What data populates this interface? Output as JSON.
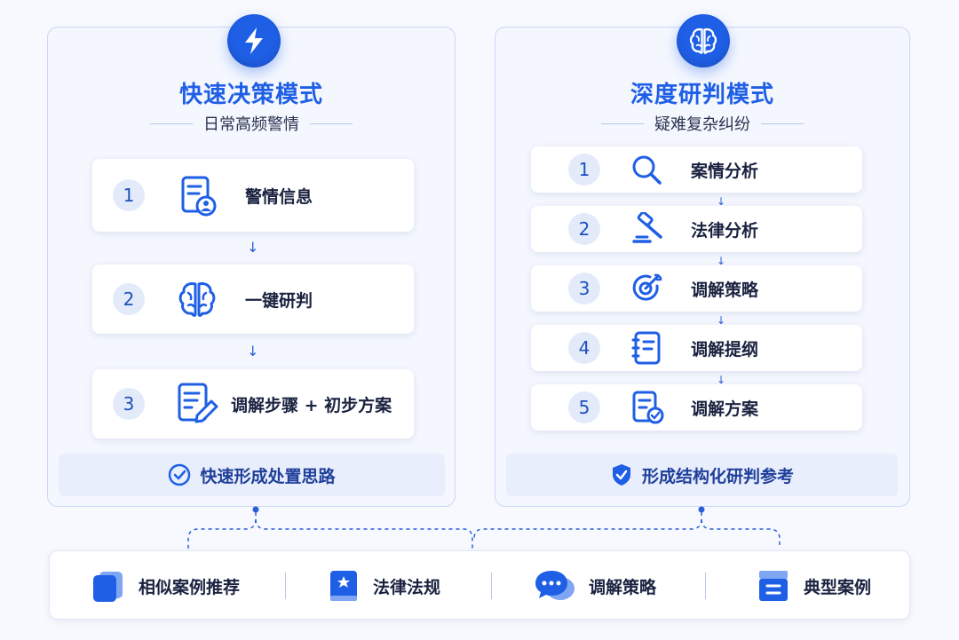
{
  "left_panel": {
    "title": "快速决策模式",
    "subtitle": "日常高频警情",
    "steps": [
      {
        "num": "1",
        "label": "警情信息",
        "icon": "document-person-icon"
      },
      {
        "num": "2",
        "label": "一键研判",
        "icon": "brain-icon"
      },
      {
        "num": "3",
        "label": "调解步骤 + 初步方案",
        "icon": "document-edit-icon"
      }
    ],
    "footer": "快速形成处置思路",
    "footer_icon": "check-circle-icon",
    "badge_icon": "lightning-bolt-icon"
  },
  "right_panel": {
    "title": "深度研判模式",
    "subtitle": "疑难复杂纠纷",
    "steps": [
      {
        "num": "1",
        "label": "案情分析",
        "icon": "magnifier-icon"
      },
      {
        "num": "2",
        "label": "法律分析",
        "icon": "gavel-icon"
      },
      {
        "num": "3",
        "label": "调解策略",
        "icon": "target-icon"
      },
      {
        "num": "4",
        "label": "调解提纲",
        "icon": "notebook-icon"
      },
      {
        "num": "5",
        "label": "调解方案",
        "icon": "document-check-icon"
      }
    ],
    "footer": "形成结构化研判参考",
    "footer_icon": "shield-check-icon",
    "badge_icon": "brain-icon"
  },
  "resources": [
    {
      "label": "相似案例推荐",
      "icon": "stacked-cards-icon"
    },
    {
      "label": "法律法规",
      "icon": "law-book-icon"
    },
    {
      "label": "调解策略",
      "icon": "chat-bubbles-icon"
    },
    {
      "label": "典型案例",
      "icon": "archive-box-icon"
    }
  ],
  "colors": {
    "accent": "#1f5fe6",
    "panel_bg": "#f4f7fe",
    "panel_border": "#c9d8f6"
  }
}
